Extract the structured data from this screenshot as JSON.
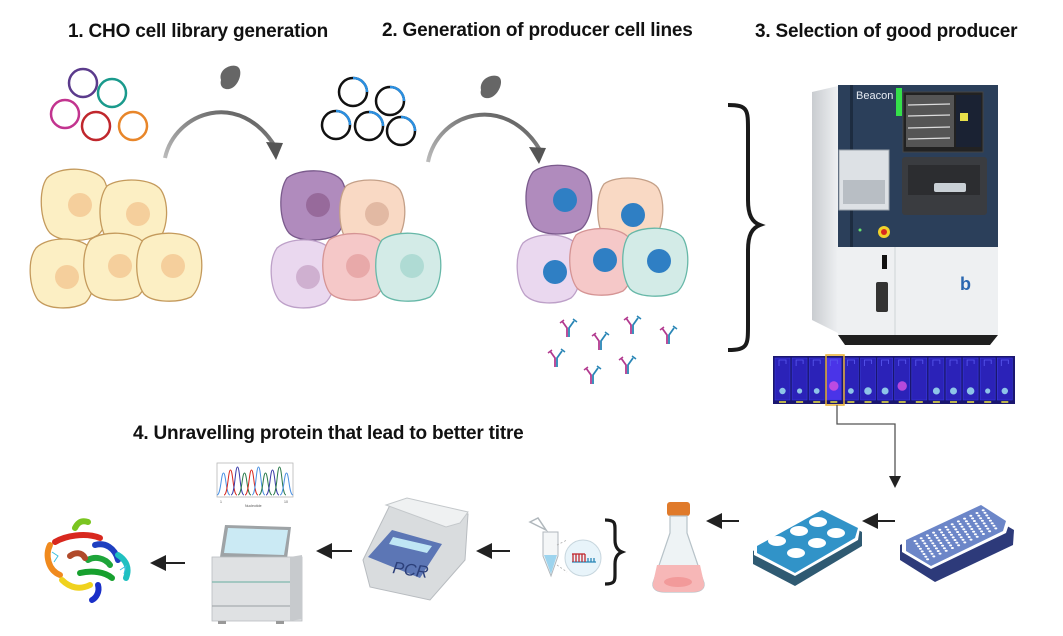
{
  "steps": [
    {
      "number": "1",
      "title": "1. CHO cell library generation"
    },
    {
      "number": "2",
      "title": "2. Generation of producer cell lines"
    },
    {
      "number": "3",
      "title": "3. Selection of good producer"
    },
    {
      "number": "4",
      "title": "4. Unravelling protein that lead to better titre"
    }
  ],
  "instrument": {
    "name": "Beacon"
  },
  "pcr_device": {
    "label": "PCR"
  },
  "colors": {
    "plasmid_library": [
      "#5b3b8c",
      "#1a9a8c",
      "#c2348f",
      "#c0272d",
      "#e8862a"
    ],
    "plasmid_insert": "#2b8fe0",
    "host_cell_fill": "#fcefc4",
    "host_cell_stroke": "#c49a5c",
    "producer_cells": [
      "#b08bbd",
      "#f9d9c4",
      "#ead8ef",
      "#f5c8c8",
      "#d3ebe7"
    ],
    "nucleus_producer": "#2f7fc4",
    "antibody_heavy": "#b23a8f",
    "antibody_light": "#2a86b6",
    "beacon_body": "#2b3f5a",
    "status_light": "#35e04a",
    "well_plate_6": "#3193c8",
    "well_plate_96": "#6c86c8",
    "flask_cap": "#e07a2a",
    "flask_media": "#f7b7b7"
  },
  "chromatogram": {
    "x_start": "1",
    "x_end": "10",
    "xlabel": "Nucleotide"
  },
  "workflow": {
    "step3_to_step4": [
      "Beacon screening",
      "96-well plate",
      "6-well plate",
      "Shake flask"
    ],
    "step4_chain": [
      "Shake flask",
      "RNA extraction",
      "PCR",
      "Sequencer",
      "Protein structure"
    ]
  }
}
